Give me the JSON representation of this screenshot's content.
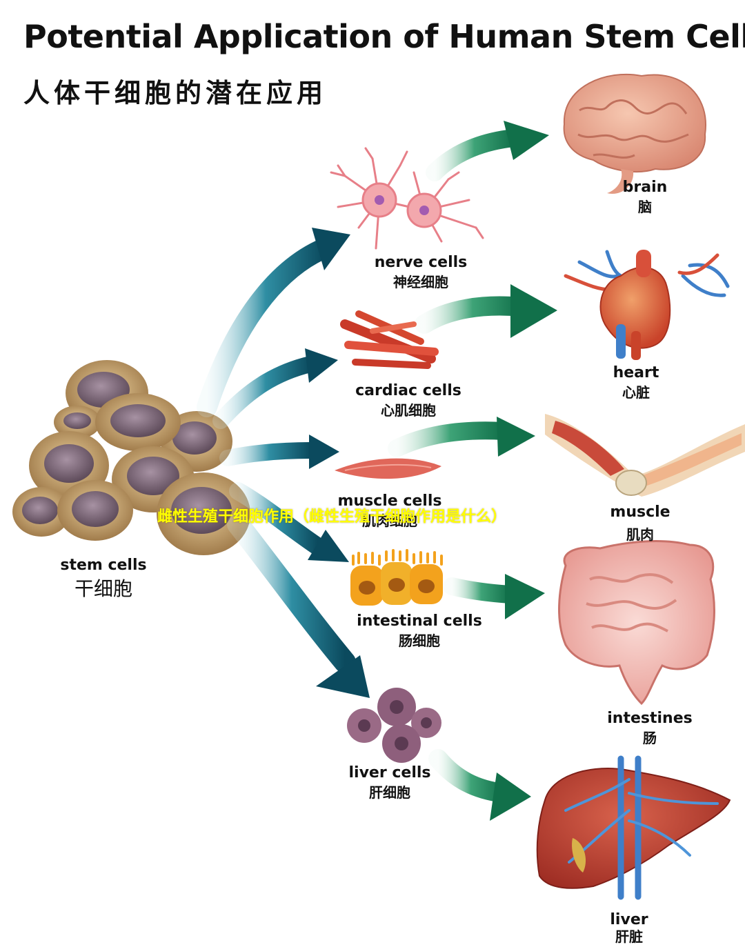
{
  "header": {
    "title": "Potential Application of Human Stem Cells",
    "subtitle": "人体干细胞的潜在应用"
  },
  "stem": {
    "en": "stem cells",
    "zh": "干细胞"
  },
  "cells": {
    "nerve": {
      "en": "nerve cells",
      "zh": "神经细胞"
    },
    "cardiac": {
      "en": "cardiac cells",
      "zh": "心肌细胞"
    },
    "muscle": {
      "en": "muscle cells",
      "zh": "肌肉细胞"
    },
    "intestinal": {
      "en": "intestinal cells",
      "zh": "肠细胞"
    },
    "liver": {
      "en": "liver cells",
      "zh": "肝细胞"
    }
  },
  "organs": {
    "brain": {
      "en": "brain",
      "zh": "脑"
    },
    "heart": {
      "en": "heart",
      "zh": "心脏"
    },
    "muscle": {
      "en": "muscle",
      "zh": "肌肉"
    },
    "intestines": {
      "en": "intestines",
      "zh": "肠"
    },
    "liver": {
      "en": "liver",
      "zh": "肝脏"
    }
  },
  "watermark": "雌性生殖干细胞作用（雌性生殖干细胞作用是什么）",
  "colors": {
    "arrow_teal_dark": "#0e4f63",
    "arrow_green": "#1f7a52",
    "cell_body": "#b08a55",
    "cell_nucleus": "#7d6575",
    "watermark": "#ffff00"
  }
}
